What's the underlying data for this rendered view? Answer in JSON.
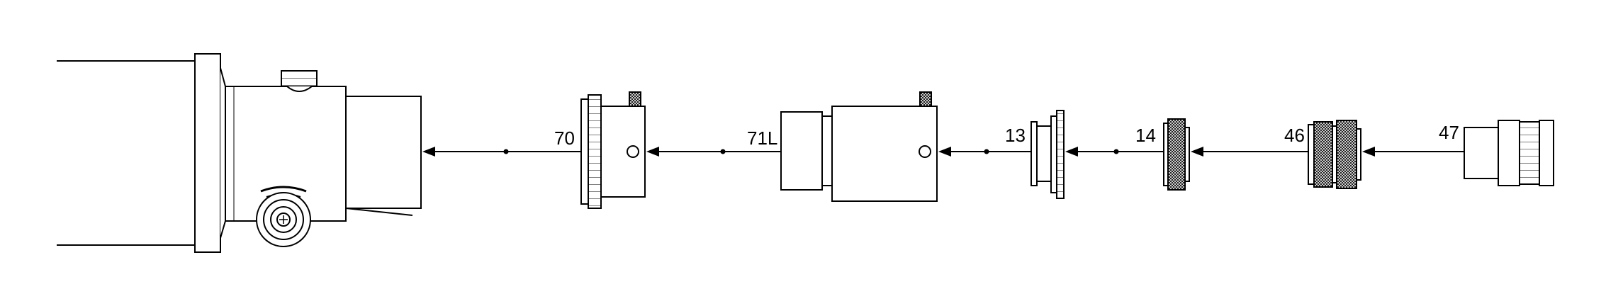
{
  "diagram": {
    "part_labels": [
      "70",
      "71L",
      "13",
      "14",
      "46",
      "47"
    ],
    "ink_color": "#000000",
    "background_color": "#ffffff"
  }
}
